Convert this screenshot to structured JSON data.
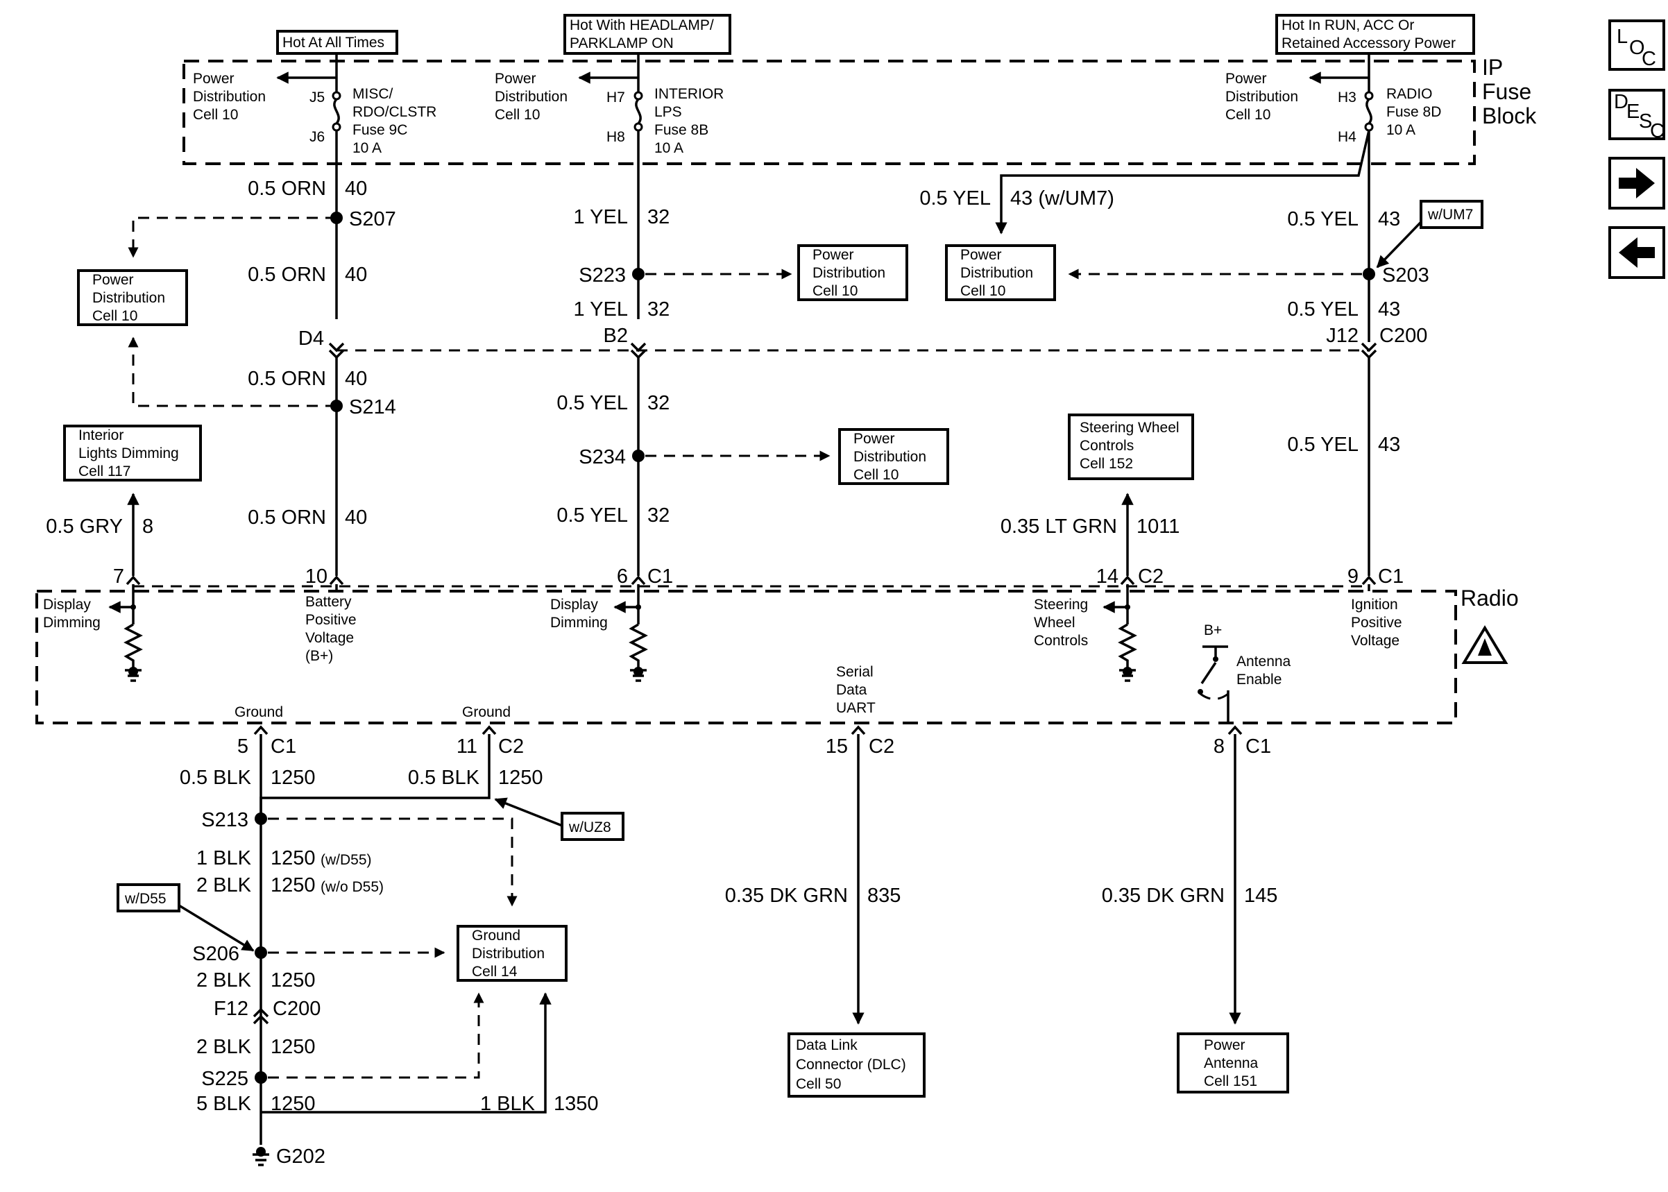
{
  "power_labels": {
    "hot_at_all_times": "Hot At All Times",
    "hot_headlamp_1": "Hot With HEADLAMP/",
    "hot_headlamp_2": "PARKLAMP ON",
    "hot_run_1": "Hot In RUN, ACC Or",
    "hot_run_2": "Retained Accessory Power"
  },
  "ip_fuse_block": {
    "line1": "IP",
    "line2": "Fuse",
    "line3": "Block"
  },
  "power_distribution_cell": {
    "line1": "Power",
    "line2": "Distribution",
    "line3": "Cell 10"
  },
  "fuses": {
    "f9c": {
      "top": "J5",
      "bottom": "J6",
      "l1": "MISC/",
      "l2": "RDO/CLSTR",
      "l3": "Fuse 9C",
      "l4": "10 A"
    },
    "f8b": {
      "top": "H7",
      "bottom": "H8",
      "l1": "INTERIOR",
      "l2": "LPS",
      "l3": "Fuse 8B",
      "l4": "10 A"
    },
    "f8d": {
      "top": "H3",
      "bottom": "H4",
      "l1": "RADIO",
      "l2": "Fuse 8D",
      "l3": "10 A"
    }
  },
  "wires": {
    "orn": "0.5 ORN",
    "orn_c": "40",
    "yel1": "1 YEL",
    "yel_c": "32",
    "yel05": "0.5 YEL",
    "yel43": "43",
    "w_um7_small": "43 (w/UM7)",
    "gry": "0.5 GRY",
    "gry_c": "8",
    "ltgrn": "0.35 LT GRN",
    "ltgrn_c": "1011",
    "blk05": "0.5 BLK",
    "blk_c": "1250",
    "blk1": "1 BLK",
    "blk2": "2 BLK",
    "blk5": "5 BLK",
    "w_d55": "(w/D55)",
    "wo_d55": "(w/o D55)",
    "blk1350": "1 BLK",
    "blk1350_c": "1350",
    "dkgrn": "0.35 DK GRN",
    "dkgrn835": "835",
    "dkgrn145": "145"
  },
  "splices": {
    "s207": "S207",
    "s214": "S214",
    "s223": "S223",
    "s234": "S234",
    "s203": "S203",
    "s213": "S213",
    "s206": "S206",
    "s225": "S225",
    "g202": "G202"
  },
  "connectors": {
    "d4": "D4",
    "b2": "B2",
    "j12": "J12",
    "c200": "C200",
    "f12": "F12",
    "c1": "C1",
    "c2": "C2",
    "p7": "7",
    "p10": "10",
    "p6": "6",
    "p14": "14",
    "p9": "9",
    "p5": "5",
    "p11": "11",
    "p15": "15",
    "p8": "8"
  },
  "options": {
    "um7": "w/UM7",
    "uz8": "w/UZ8",
    "d55": "w/D55"
  },
  "components": {
    "interior_lights": {
      "l1": "Interior",
      "l2": "Lights Dimming",
      "l3": "Cell 117"
    },
    "steering": {
      "l1": "Steering Wheel",
      "l2": "Controls",
      "l3": "Cell 152"
    },
    "ground_dist": {
      "l1": "Ground",
      "l2": "Distribution",
      "l3": "Cell 14"
    },
    "dlc": {
      "l1": "Data Link",
      "l2": "Connector (DLC)",
      "l3": "Cell 50"
    },
    "power_antenna": {
      "l1": "Power",
      "l2": "Antenna",
      "l3": "Cell 151"
    }
  },
  "radio": {
    "title": "Radio",
    "display_dimming_1": "Display",
    "display_dimming_2": "Dimming",
    "battery_1": "Battery",
    "battery_2": "Positive",
    "battery_3": "Voltage",
    "battery_4": "(B+)",
    "steering_1": "Steering",
    "steering_2": "Wheel",
    "steering_3": "Controls",
    "bplus": "B+",
    "antenna_1": "Antenna",
    "antenna_2": "Enable",
    "ignition_1": "Ignition",
    "ignition_2": "Positive",
    "ignition_3": "Voltage",
    "serial_1": "Serial",
    "serial_2": "Data",
    "serial_3": "UART",
    "ground": "Ground"
  },
  "nav": {
    "loc_l": "L",
    "loc_o": "O",
    "loc_c": "C",
    "desc_d": "D",
    "desc_e": "E",
    "desc_s": "S",
    "desc_c": "C",
    "next_icon": "arrow-right-icon",
    "prev_icon": "arrow-left-icon"
  }
}
